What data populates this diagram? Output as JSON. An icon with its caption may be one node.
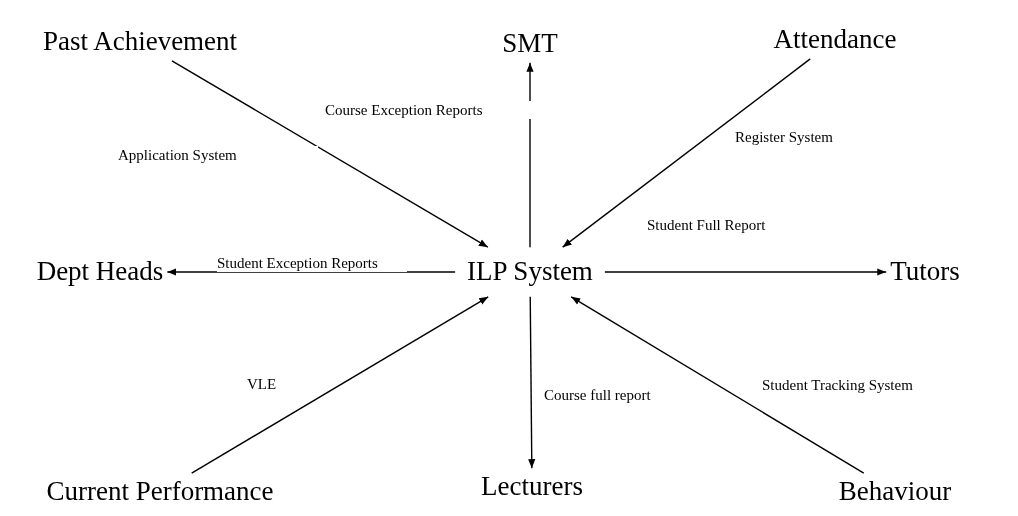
{
  "diagram": {
    "nodes": [
      {
        "text": [
          "ILP System"
        ]
      },
      {
        "text": [
          "Past Achievement"
        ]
      },
      {
        "text": [
          "SMT"
        ]
      },
      {
        "text": [
          "Attendance"
        ]
      },
      {
        "text": [
          "Dept Heads"
        ]
      },
      {
        "text": [
          "Tutors"
        ]
      },
      {
        "text": [
          "Current Performance"
        ]
      },
      {
        "text": [
          "Lecturers"
        ]
      },
      {
        "text": [
          "Behaviour"
        ]
      }
    ],
    "edges": [
      {
        "from": 1,
        "to": 0,
        "arrow": "to",
        "label": "Application System"
      },
      {
        "from": 0,
        "to": 2,
        "arrow": "to",
        "label": "Course Exception Reports"
      },
      {
        "from": 3,
        "to": 0,
        "arrow": "to",
        "label": "Register System"
      },
      {
        "from": 0,
        "to": 4,
        "arrow": "to",
        "label": "Student Exception Reports"
      },
      {
        "from": 0,
        "to": 5,
        "arrow": "to",
        "label": "Student Full Report"
      },
      {
        "from": 6,
        "to": 0,
        "arrow": "to",
        "label": "VLE"
      },
      {
        "from": 0,
        "to": 7,
        "arrow": "to",
        "label": "Course full report"
      },
      {
        "from": 8,
        "to": 0,
        "arrow": "to",
        "label": "Student Tracking System"
      }
    ]
  }
}
